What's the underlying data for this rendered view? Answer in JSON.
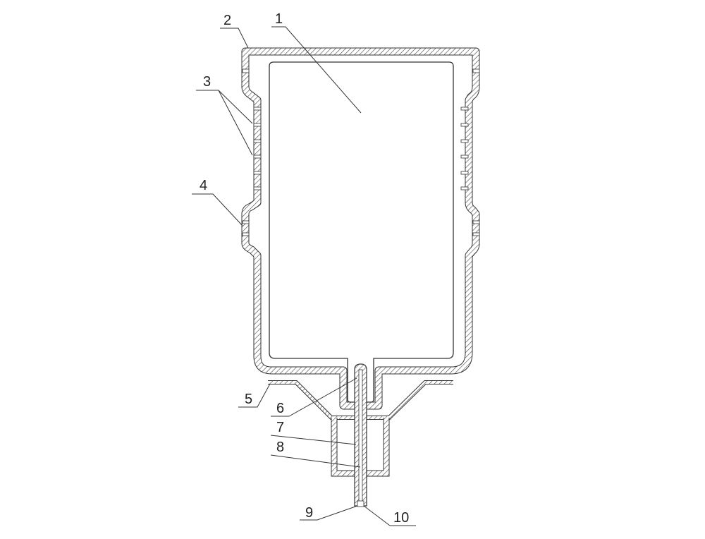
{
  "labels": {
    "l1": "1",
    "l2": "2",
    "l3": "3",
    "l4": "4",
    "l5": "5",
    "l6": "6",
    "l7": "7",
    "l8": "8",
    "l9": "9",
    "l10": "10"
  },
  "colors": {
    "line": "#333333",
    "background": "#ffffff"
  }
}
